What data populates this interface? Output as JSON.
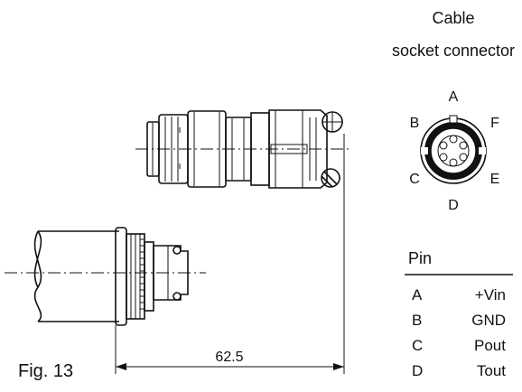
{
  "connector": {
    "title_line1": "Cable",
    "title_line2": "socket connector",
    "pins": [
      "A",
      "B",
      "C",
      "D",
      "E",
      "F"
    ]
  },
  "pin_table": {
    "header": "Pin",
    "rows": [
      {
        "pin": "A",
        "signal": "+Vin"
      },
      {
        "pin": "B",
        "signal": "GND"
      },
      {
        "pin": "C",
        "signal": "Pout"
      },
      {
        "pin": "D",
        "signal": "Tout"
      }
    ]
  },
  "dimension": {
    "value": "62.5"
  },
  "figure": {
    "label": "Fig. 13"
  }
}
